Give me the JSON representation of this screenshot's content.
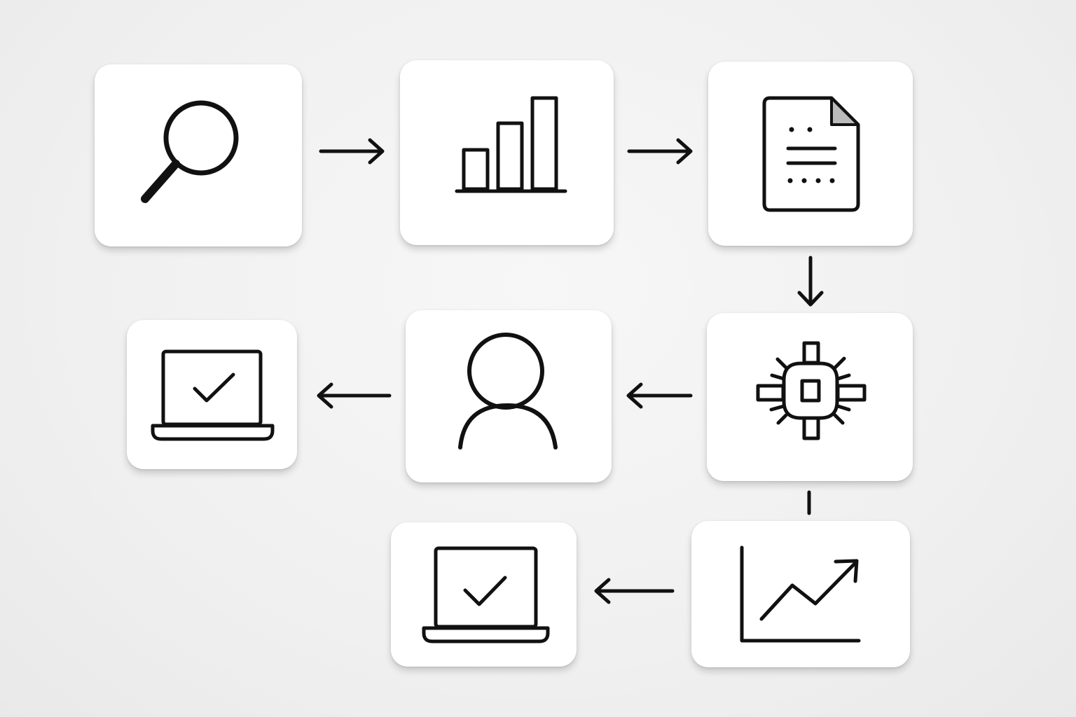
{
  "diagram": {
    "nodes": [
      {
        "id": "search",
        "icon": "magnifier-icon"
      },
      {
        "id": "analytics",
        "icon": "bar-chart-icon"
      },
      {
        "id": "report",
        "icon": "document-icon"
      },
      {
        "id": "processing",
        "icon": "chip-icon"
      },
      {
        "id": "user",
        "icon": "user-icon"
      },
      {
        "id": "approved-device",
        "icon": "laptop-check-icon"
      },
      {
        "id": "growth",
        "icon": "trend-chart-icon"
      },
      {
        "id": "approved-device-2",
        "icon": "laptop-check-icon"
      }
    ],
    "edges": [
      {
        "from": "search",
        "to": "analytics"
      },
      {
        "from": "analytics",
        "to": "report"
      },
      {
        "from": "report",
        "to": "processing"
      },
      {
        "from": "processing",
        "to": "user"
      },
      {
        "from": "user",
        "to": "approved-device"
      },
      {
        "from": "processing",
        "to": "growth",
        "style": "connector-line"
      },
      {
        "from": "growth",
        "to": "approved-device-2"
      }
    ],
    "colors": {
      "ink": "#111111",
      "card": "#ffffff",
      "background": "#f0f0f0"
    }
  }
}
